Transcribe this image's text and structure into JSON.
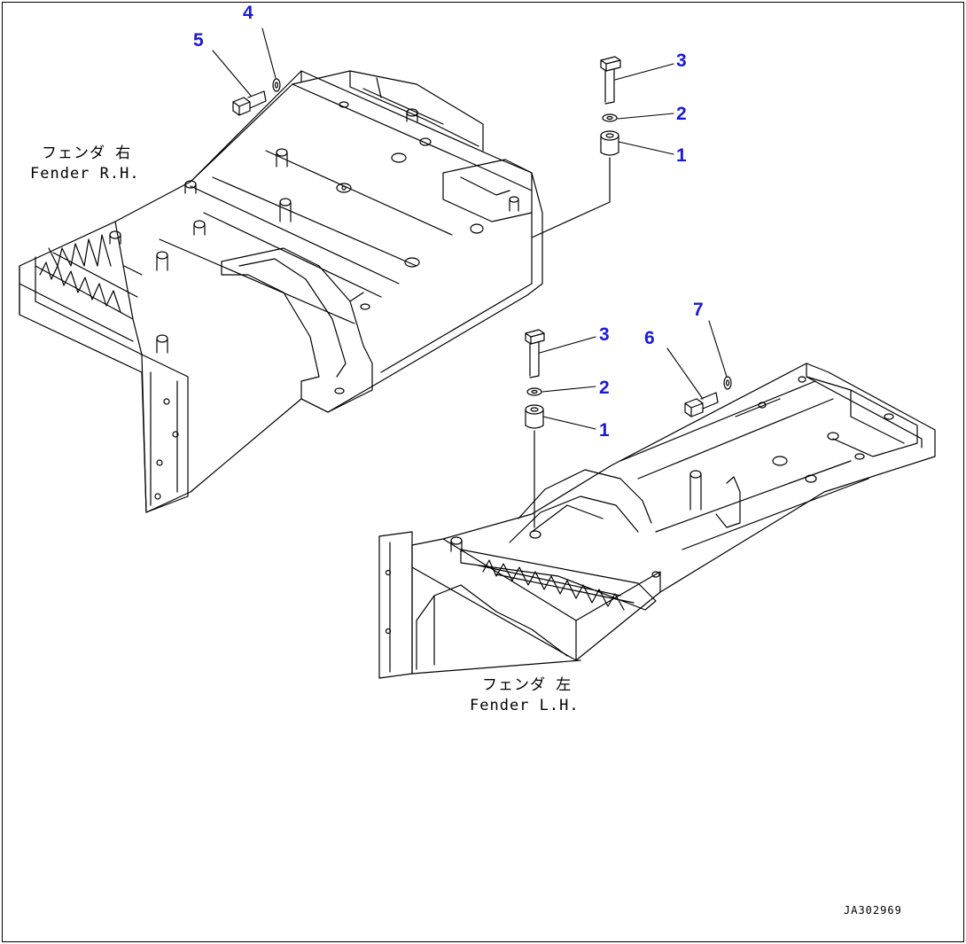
{
  "labels": {
    "fender_rh_jp": "フェンダ 右",
    "fender_rh_en": "Fender R.H.",
    "fender_lh_jp": "フェンダ 左",
    "fender_lh_en": "Fender L.H."
  },
  "callouts": {
    "rh_1": "1",
    "rh_2": "2",
    "rh_3": "3",
    "rh_4": "4",
    "rh_5": "5",
    "lh_1": "1",
    "lh_2": "2",
    "lh_3": "3",
    "lh_6": "6",
    "lh_7": "7"
  },
  "drawing_code": "JA302969",
  "colors": {
    "callout": "#1a1ad6",
    "line": "#000000"
  }
}
